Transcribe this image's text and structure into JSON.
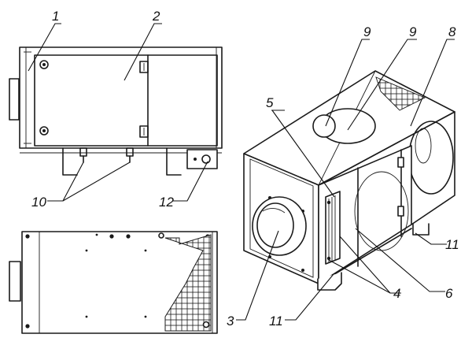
{
  "callouts": {
    "c1": "1",
    "c2": "2",
    "c3": "3",
    "c4": "4",
    "c5": "5",
    "c6": "6",
    "c8": "8",
    "c9a": "9",
    "c9b": "9",
    "c10": "10",
    "c11a": "11",
    "c11b": "11",
    "c12": "12"
  }
}
